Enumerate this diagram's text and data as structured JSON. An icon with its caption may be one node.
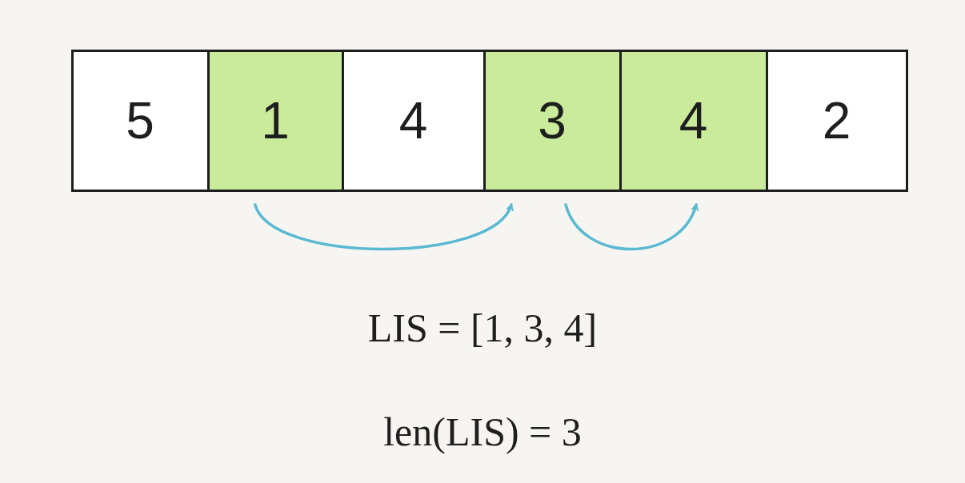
{
  "diagram": {
    "nodes": [
      {
        "text": [
          "5"
        ]
      },
      {
        "text": [
          "1"
        ]
      },
      {
        "text": [
          "4"
        ]
      },
      {
        "text": [
          "3"
        ]
      },
      {
        "text": [
          "4"
        ]
      },
      {
        "text": [
          "2"
        ]
      }
    ],
    "edges": [
      {
        "from": 1,
        "to": 3,
        "arrow": "to"
      },
      {
        "from": 3,
        "to": 4,
        "arrow": "to"
      }
    ],
    "labels": [
      "LIS = [1, 3, 4]",
      "len(LIS) = 3"
    ]
  }
}
